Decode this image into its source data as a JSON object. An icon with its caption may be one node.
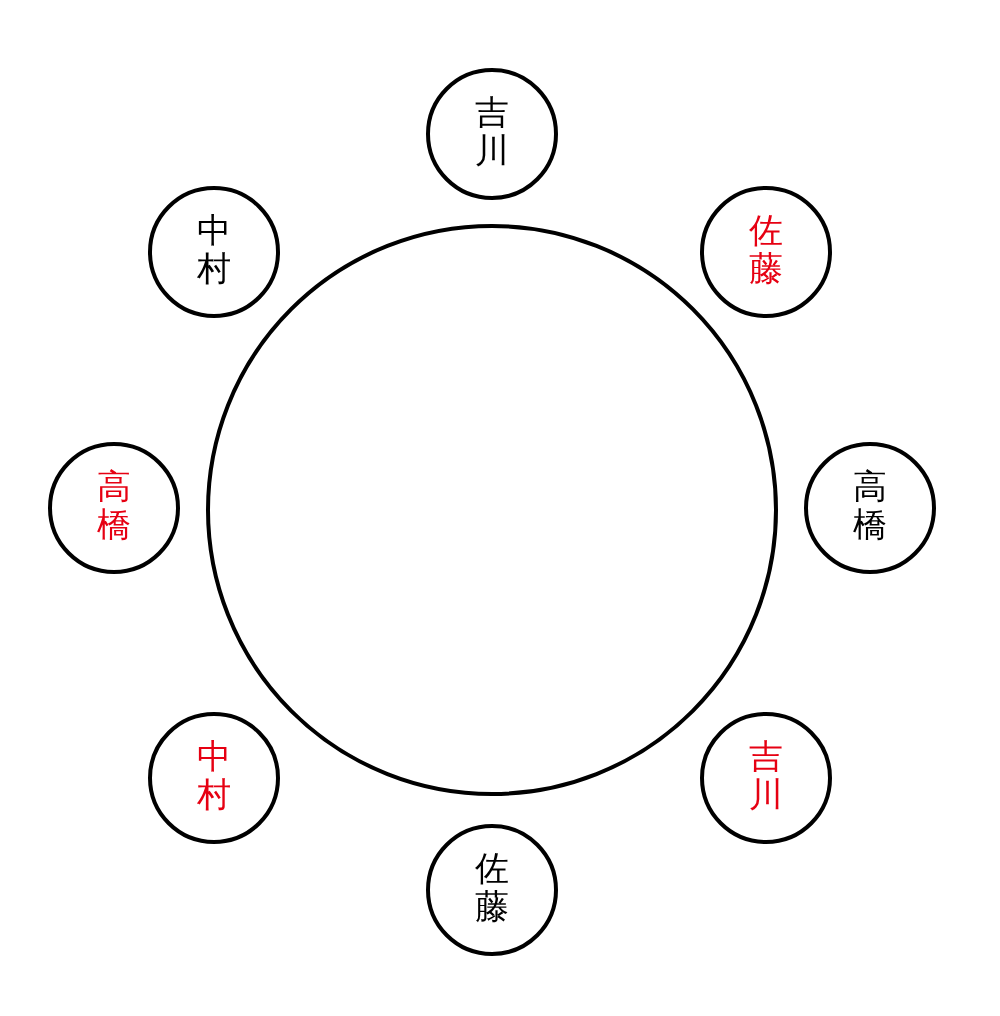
{
  "diagram": {
    "nodes": [
      {
        "text": [],
        "shape": "circle"
      },
      {
        "text": [
          "吉川"
        ]
      },
      {
        "text": [
          "中村"
        ]
      },
      {
        "text": [
          "佐藤"
        ]
      },
      {
        "text": [
          "高橋"
        ]
      },
      {
        "text": [
          "高橋"
        ]
      },
      {
        "text": [
          "中村"
        ]
      },
      {
        "text": [
          "吉川"
        ]
      },
      {
        "text": [
          "佐藤"
        ]
      }
    ]
  }
}
